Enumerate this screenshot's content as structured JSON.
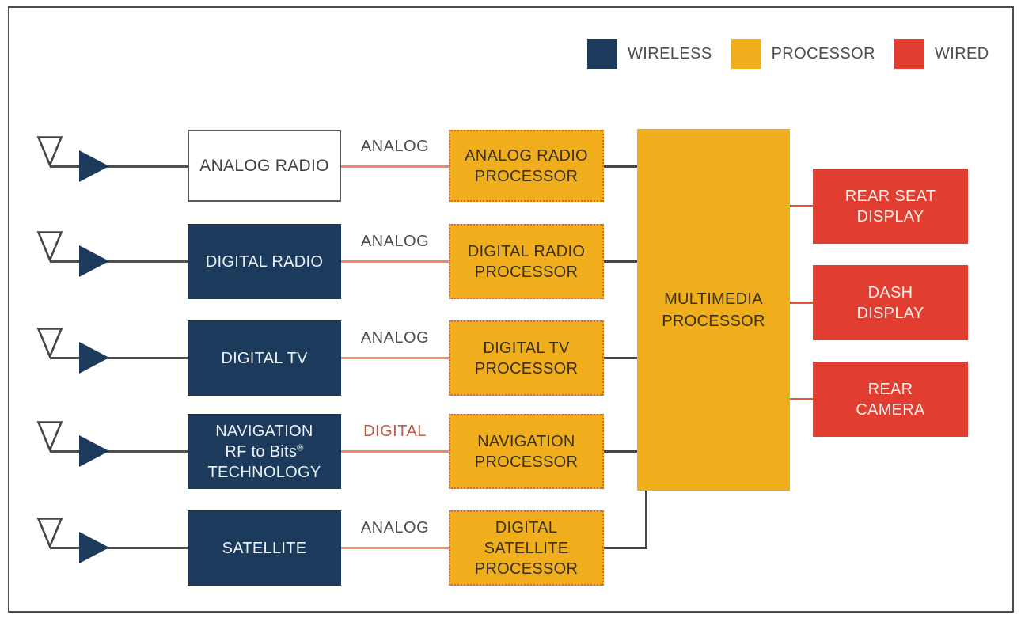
{
  "diagram": {
    "legend": [
      {
        "label": "WIRELESS",
        "color": "#1b3a5c"
      },
      {
        "label": "PROCESSOR",
        "color": "#f0ad1c"
      },
      {
        "label": "WIRED",
        "color": "#e23d31"
      }
    ],
    "rows": [
      {
        "source_lines": [
          "ANALOG RADIO"
        ],
        "source_type": "analog",
        "signal": "ANALOG",
        "signal_tone": "gray",
        "processor_lines": [
          "ANALOG RADIO",
          "PROCESSOR"
        ]
      },
      {
        "source_lines": [
          "DIGITAL RADIO"
        ],
        "source_type": "wireless",
        "signal": "ANALOG",
        "signal_tone": "gray",
        "processor_lines": [
          "DIGITAL RADIO",
          "PROCESSOR"
        ]
      },
      {
        "source_lines": [
          "DIGITAL TV"
        ],
        "source_type": "wireless",
        "signal": "ANALOG",
        "signal_tone": "gray",
        "processor_lines": [
          "DIGITAL TV",
          "PROCESSOR"
        ]
      },
      {
        "source_lines": [
          "NAVIGATION",
          "RF to Bits®",
          "TECHNOLOGY"
        ],
        "source_type": "wireless",
        "signal": "DIGITAL",
        "signal_tone": "rust",
        "processor_lines": [
          "NAVIGATION",
          "PROCESSOR"
        ]
      },
      {
        "source_lines": [
          "SATELLITE"
        ],
        "source_type": "wireless",
        "signal": "ANALOG",
        "signal_tone": "gray",
        "processor_lines": [
          "DIGITAL",
          "SATELLITE",
          "PROCESSOR"
        ]
      }
    ],
    "multimedia": {
      "lines": [
        "MULTIMEDIA",
        "PROCESSOR"
      ]
    },
    "outputs": [
      {
        "lines": [
          "REAR SEAT",
          "DISPLAY"
        ]
      },
      {
        "lines": [
          "DASH",
          "DISPLAY"
        ]
      },
      {
        "lines": [
          "REAR",
          "CAMERA"
        ]
      }
    ],
    "colors": {
      "wireless": "#1b3a5c",
      "processor": "#f0ad1c",
      "wired": "#e23d31",
      "analog_line": "#f08a5e",
      "wire_line": "#e8542e",
      "signal_line": "#4f5052",
      "link_line": "#454648",
      "digital_label": "#c05a48",
      "analog_label": "#4c4d4f"
    }
  }
}
